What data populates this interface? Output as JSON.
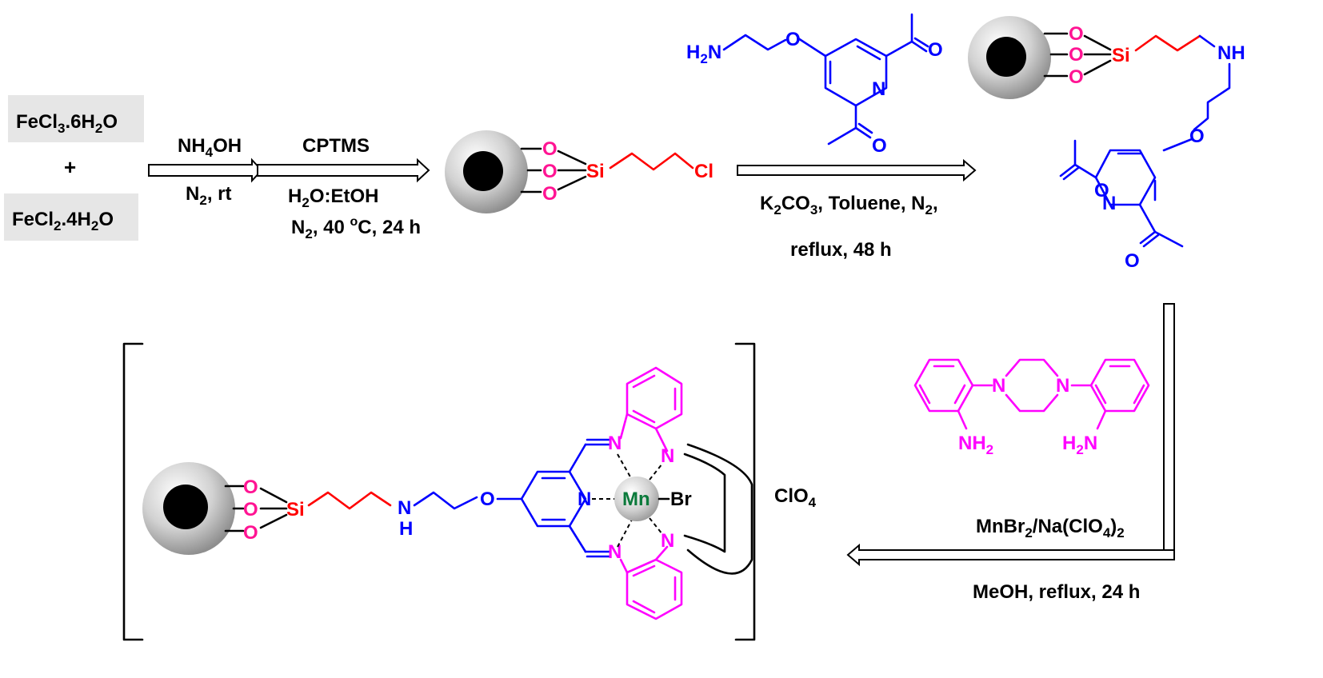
{
  "colors": {
    "oxygen_link": "#ff1493",
    "silicon": "#ff0000",
    "propyl_chain": "#ff0000",
    "ligand": "#0000ff",
    "diamine": "#ff00ff",
    "manganese": "#0b7a3b",
    "text": "#000000",
    "reagent_box": "#e6e6e6"
  },
  "icons": [
    "magnetic-nanoparticle-icon",
    "hollow-reaction-arrow"
  ],
  "reagents": {
    "iron_chloride_hexahydrate": "FeCl3.6H2O",
    "plus": "+",
    "iron_chloride_tetrahydrate": "FeCl2.4H2O"
  },
  "step1": {
    "above": "NH4OH",
    "below": "N2, rt"
  },
  "step2": {
    "above": "CPTMS",
    "below_1": "H2O:EtOH",
    "below_2": "N2, 40 oC, 24 h"
  },
  "step3": {
    "below_1": "K2CO3, Toluene, N2,",
    "below_2": "reflux, 48 h"
  },
  "step4": {
    "above": "MnBr2/Na(ClO4)2",
    "below": "MeOH, reflux, 24 h"
  },
  "atoms": {
    "o": "O",
    "si": "Si",
    "cl": "Cl",
    "n": "N",
    "nh": "NH",
    "h": "H",
    "h2n_left": "H2N",
    "nh2": "NH2",
    "h2n": "H2N",
    "mn": "Mn",
    "br": "Br"
  },
  "counter_ion": "ClO4"
}
